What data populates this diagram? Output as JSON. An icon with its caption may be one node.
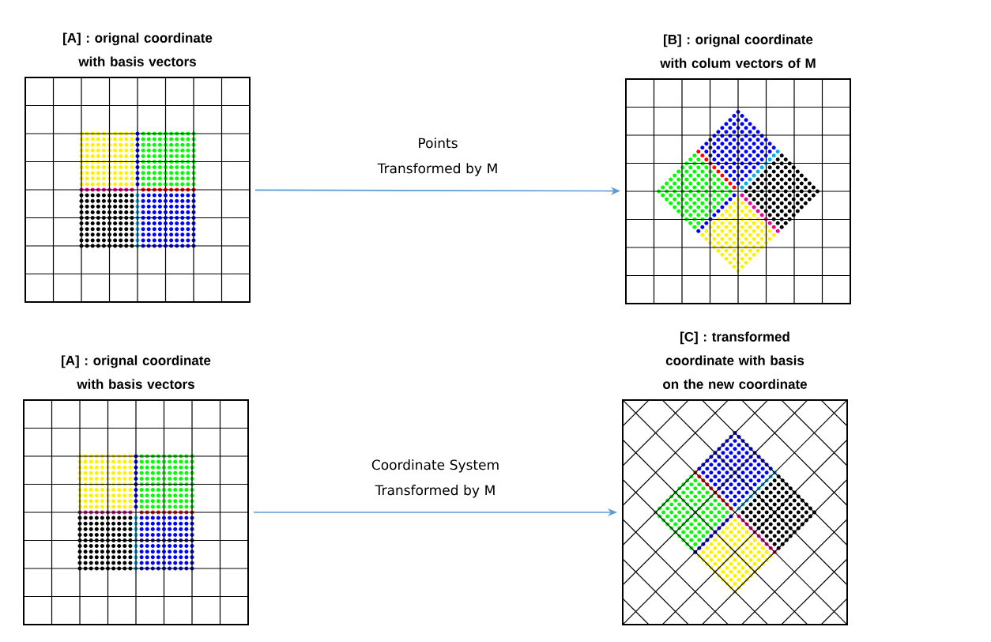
{
  "diagram": {
    "nodes": [
      {
        "text": [
          "[A] : orignal coordinate with basis vectors"
        ]
      },
      {
        "text": [
          "[B] : orignal coordinate with colum vectors of M"
        ]
      },
      {
        "text": [
          "[A] : orignal coordinate with basis vectors"
        ]
      },
      {
        "text": [
          "[C] : transformed coordinate with basis on the new coordinate"
        ]
      }
    ],
    "edges": [
      {
        "from": 0,
        "to": 1,
        "arrow": "to",
        "label": "Points Transformed by M"
      },
      {
        "from": 2,
        "to": 3,
        "arrow": "to",
        "label": "Coordinate System Transformed by M"
      }
    ]
  }
}
